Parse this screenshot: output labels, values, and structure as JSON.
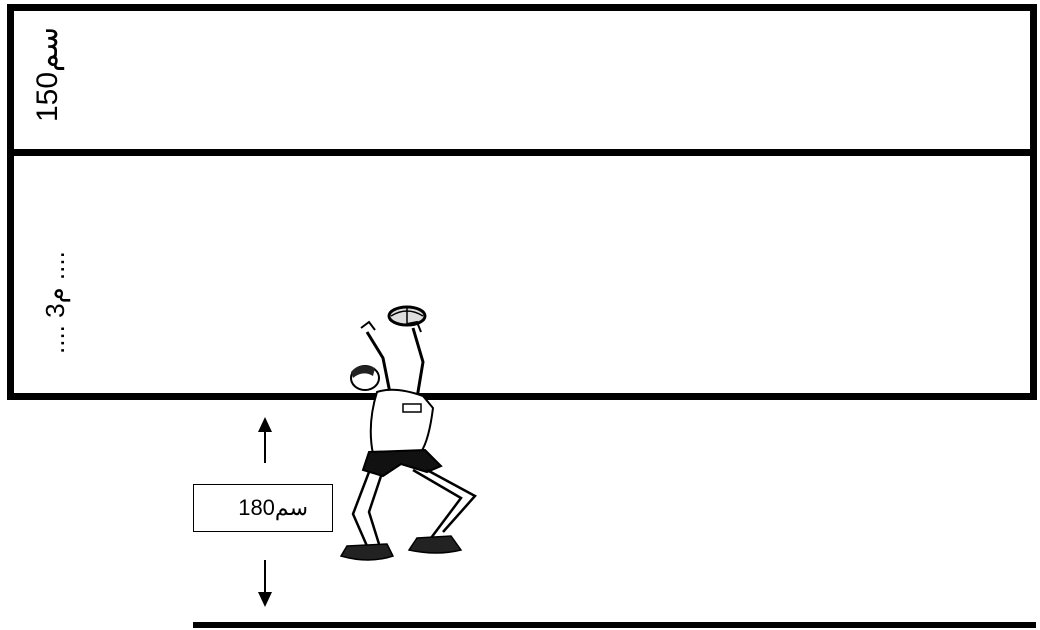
{
  "top_box": {
    "label": "150سم"
  },
  "middle_box": {
    "label": ".... 3م ...."
  },
  "height_box": {
    "label": "180سم"
  }
}
